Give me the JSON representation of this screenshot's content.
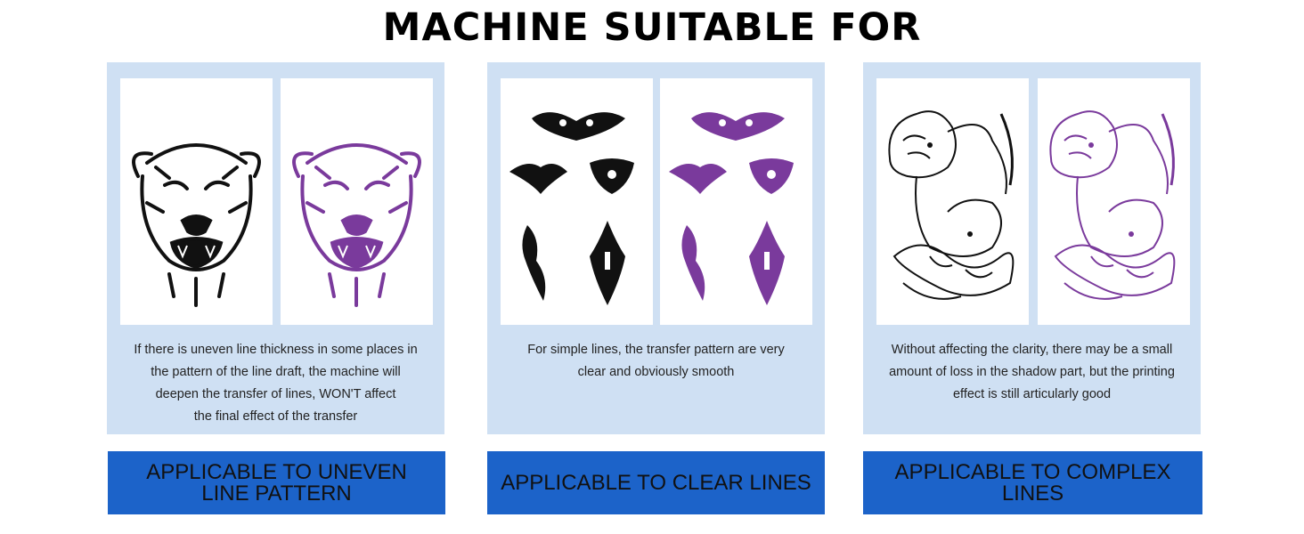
{
  "page": {
    "title": "MACHINE SUITABLE FOR"
  },
  "colors": {
    "panel": "#cfe0f3",
    "label_bg": "#1c63c9",
    "ink_black": "#111111",
    "ink_purple": "#7a3a9c"
  },
  "cards": [
    {
      "images": [
        {
          "icon": "tiger-head-stencil-icon",
          "ink": "black"
        },
        {
          "icon": "tiger-head-transfer-icon",
          "ink": "purple"
        }
      ],
      "description": "If there is uneven line thickness in some places in\nthe pattern of the line draft, the machine will\ndeepen the transfer of lines, WON'T affect\nthe final effect of the transfer",
      "label": "APPLICABLE TO UNEVEN\nLINE PATTERN"
    },
    {
      "images": [
        {
          "icon": "tribal-pattern-stencil-icon",
          "ink": "black"
        },
        {
          "icon": "tribal-pattern-transfer-icon",
          "ink": "purple"
        }
      ],
      "description": "For simple lines, the transfer pattern are very\nclear and obviously smooth",
      "label": "APPLICABLE TO CLEAR LINES"
    },
    {
      "images": [
        {
          "icon": "lion-snake-stencil-icon",
          "ink": "black"
        },
        {
          "icon": "lion-snake-transfer-icon",
          "ink": "purple"
        }
      ],
      "description": "Without affecting the clarity, there may be a small\namount of loss in the shadow part, but the printing\neffect is still articularly good",
      "label": "APPLICABLE TO COMPLEX LINES"
    }
  ]
}
